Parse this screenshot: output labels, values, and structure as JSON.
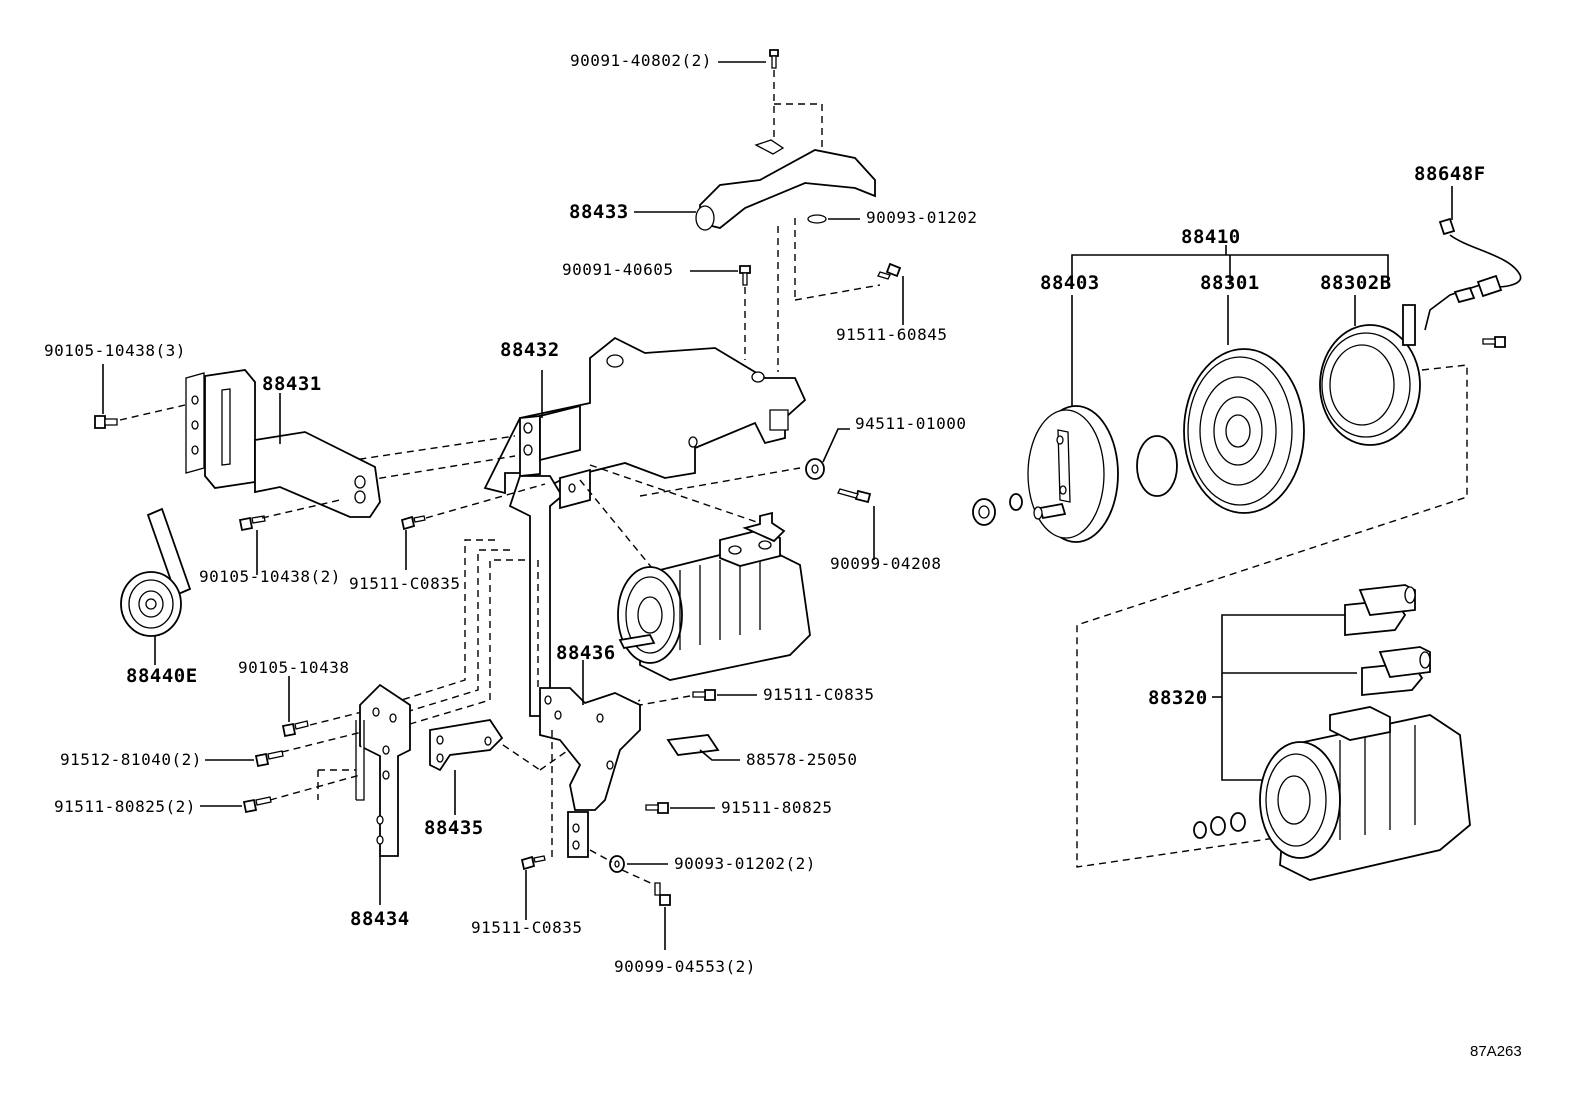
{
  "diagram_code": "87A263",
  "callouts": {
    "p90091_40802": "90091-40802(2)",
    "p88433": "88433",
    "p90093_01202": "90093-01202",
    "p90091_40605": "90091-40605",
    "p91511_60845": "91511-60845",
    "p90105_10438_3": "90105-10438(3)",
    "p88432": "88432",
    "p88431": "88431",
    "p94511_01000": "94511-01000",
    "p90099_04208": "90099-04208",
    "p90105_10438_2": "90105-10438(2)",
    "p91511_C0835_a": "91511-C0835",
    "p88440E": "88440E",
    "p90105_10438": "90105-10438",
    "p88436": "88436",
    "p91511_C0835_b": "91511-C0835",
    "p91512_81040_2": "91512-81040(2)",
    "p88578_25050": "88578-25050",
    "p91511_80825_2": "91511-80825(2)",
    "p91511_80825": "91511-80825",
    "p88435": "88435",
    "p90093_01202_2": "90093-01202(2)",
    "p88434": "88434",
    "p91511_C0835_c": "91511-C0835",
    "p90099_04553_2": "90099-04553(2)",
    "p88648F": "88648F",
    "p88410": "88410",
    "p88403": "88403",
    "p88301": "88301",
    "p88302B": "88302B",
    "p88320": "88320"
  }
}
